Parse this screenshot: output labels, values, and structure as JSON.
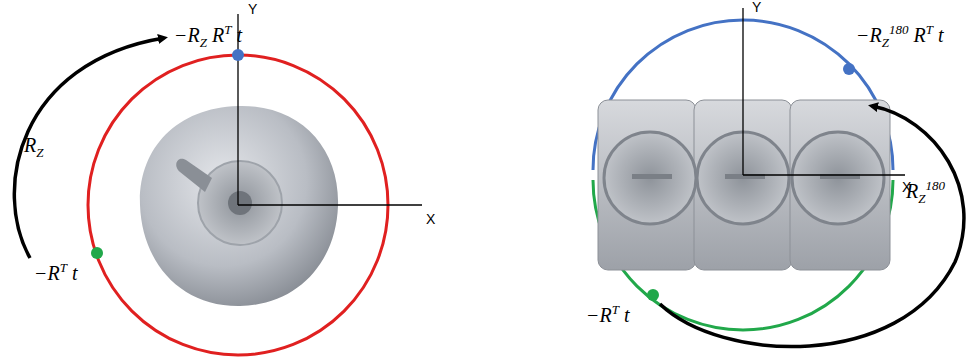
{
  "diagram": {
    "labels": [
      "Y",
      "X",
      "R_Z",
      "−R_Z R^T t",
      "−R^T t",
      "Y",
      "X",
      "R_Z^180",
      "−R_Z^180 R^T t",
      "−R^T t"
    ]
  }
}
